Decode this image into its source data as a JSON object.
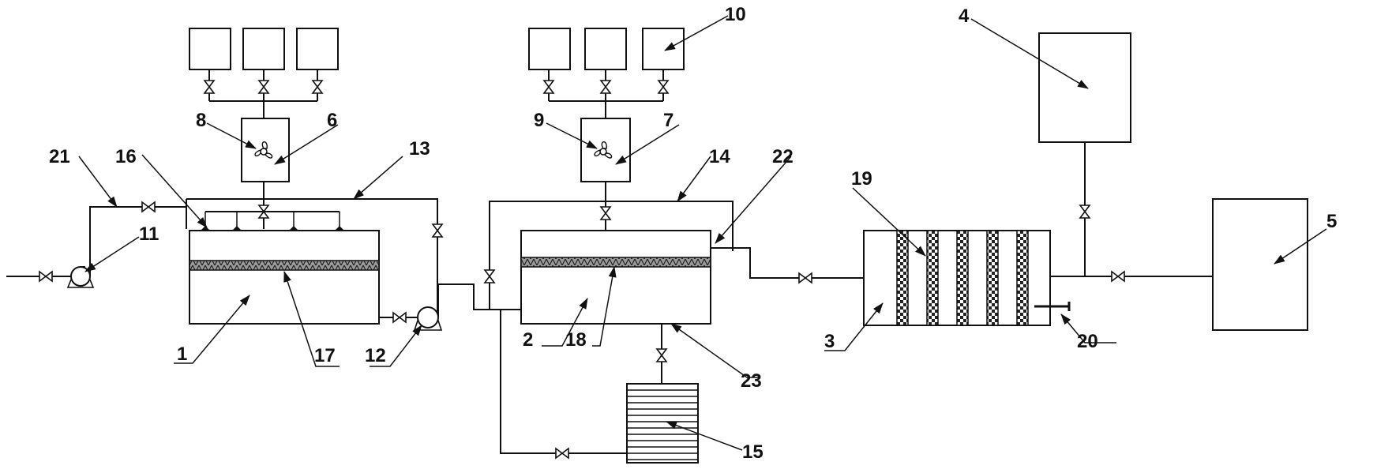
{
  "labels": {
    "l1": "1",
    "l2": "2",
    "l3": "3",
    "l4": "4",
    "l5": "5",
    "l6": "6",
    "l7": "7",
    "l8": "8",
    "l9": "9",
    "l10": "10",
    "l11": "11",
    "l12": "12",
    "l13": "13",
    "l14": "14",
    "l15": "15",
    "l16": "16",
    "l17": "17",
    "l18": "18",
    "l19": "19",
    "l20": "20",
    "l21": "21",
    "l22": "22",
    "l23": "23"
  },
  "icons": {
    "valve": "valve-icon",
    "pump": "pump-icon",
    "fan": "fan-icon",
    "arrow": "arrow-icon"
  }
}
